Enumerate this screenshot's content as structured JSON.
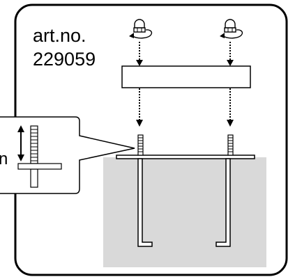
{
  "article": {
    "label": "art.no.",
    "number": "229059"
  },
  "callout": {
    "partial_label": "n"
  },
  "icons": {
    "nut_tighten": "nut-rotate-icon",
    "arrow_down": "dotted-arrow-down-icon",
    "height_arrow": "double-headed-arrow-icon"
  },
  "colors": {
    "ground": "#d9d9d9",
    "outline": "#000000",
    "background": "#ffffff"
  }
}
